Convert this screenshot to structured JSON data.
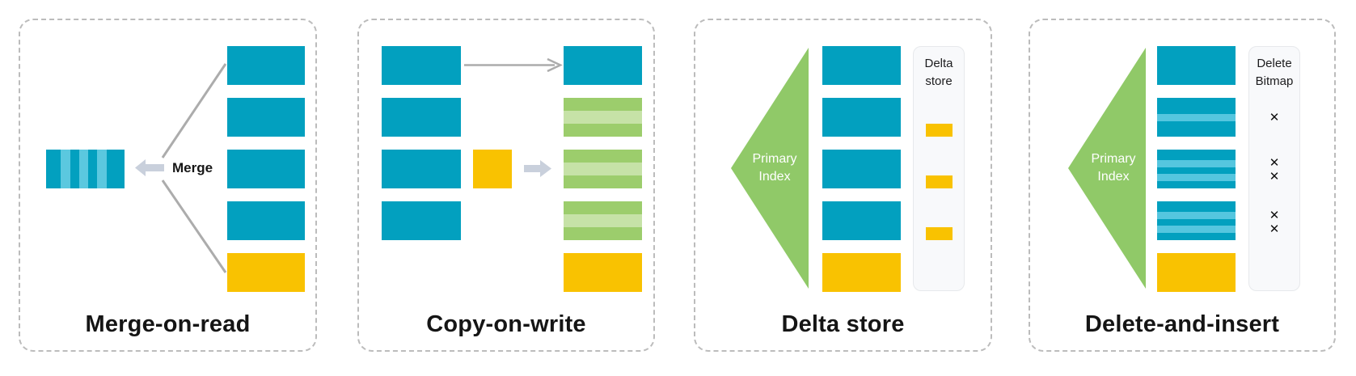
{
  "colors": {
    "teal": "#02A0BF",
    "teal_stripe_light": "#55C6DF",
    "yellow": "#F9C201",
    "green_triangle": "#90C968",
    "green_stripe_dark": "#9CCD6C",
    "green_stripe_light": "#C6E2A7",
    "thin_arrow_gray": "#ACACAC",
    "block_arrow_gray": "#C9D0DC",
    "panel_border_gray": "#BCBCBC",
    "side_box_bg": "#F8F9FB",
    "text_dark": "#151515"
  },
  "panels": [
    {
      "key": "merge-on-read",
      "title": "Merge-on-read",
      "arrow_label": "Merge"
    },
    {
      "key": "copy-on-write",
      "title": "Copy-on-write"
    },
    {
      "key": "delta-store",
      "title": "Delta store",
      "index_label": {
        "line1": "Primary",
        "line2": "Index"
      },
      "store_label": {
        "line1": "Delta",
        "line2": "store"
      }
    },
    {
      "key": "delete-and-insert",
      "title": "Delete-and-insert",
      "index_label": {
        "line1": "Primary",
        "line2": "Index"
      },
      "bitmap_label": {
        "line1": "Delete",
        "line2": "Bitmap"
      },
      "delete_mark": "✕"
    }
  ]
}
